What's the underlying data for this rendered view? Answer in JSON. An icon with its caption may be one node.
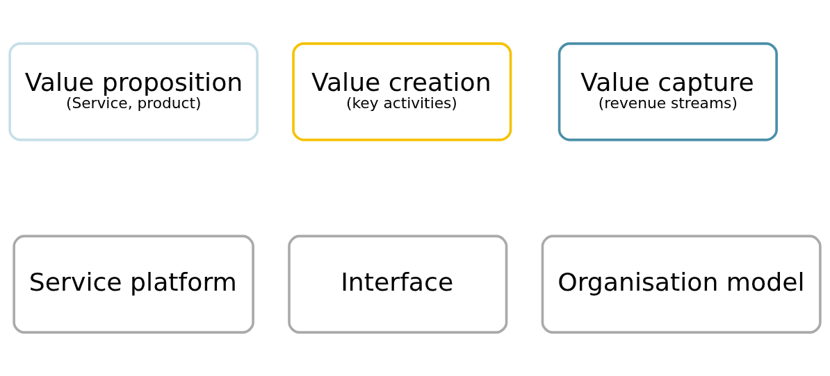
{
  "diagram": {
    "nodes": [
      {
        "text": [
          "Value proposition",
          "(Service, product)"
        ]
      },
      {
        "text": [
          "Value creation",
          "(key activities)"
        ]
      },
      {
        "text": [
          "Value capture",
          "(revenue streams)"
        ]
      },
      {
        "text": [
          "Service platform"
        ]
      },
      {
        "text": [
          "Interface"
        ]
      },
      {
        "text": [
          "Organisation model"
        ]
      }
    ]
  }
}
